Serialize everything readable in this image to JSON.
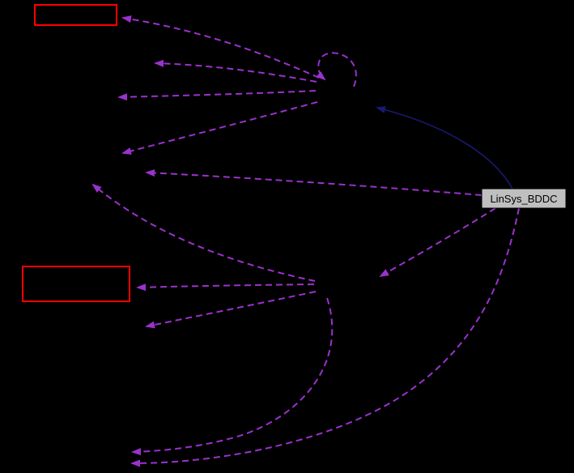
{
  "colors": {
    "background": "#000000",
    "edge_purple": "#9a32cd",
    "edge_blue": "#191970",
    "node_red_border": "#ff0000",
    "node_red_fill": "#000000",
    "focus_fill": "#bfbfbf",
    "focus_border": "#000000",
    "focus_text": "#000000"
  },
  "diagram": {
    "type": "collaboration-graph",
    "focus_node": {
      "label": "LinSys_BDDC"
    },
    "red_nodes": [
      {
        "id": "red-node-1",
        "label": ""
      },
      {
        "id": "red-node-2",
        "label": ""
      }
    ],
    "hidden_nodes": [
      {
        "id": "hidden-top-cluster"
      },
      {
        "id": "hidden-middle-cluster"
      },
      {
        "id": "hidden-left-a"
      },
      {
        "id": "hidden-left-b"
      },
      {
        "id": "hidden-left-c"
      },
      {
        "id": "hidden-left-d"
      },
      {
        "id": "hidden-left-e"
      },
      {
        "id": "hidden-left-f"
      },
      {
        "id": "hidden-bottom-a"
      },
      {
        "id": "hidden-bottom-b"
      }
    ],
    "edges": [
      {
        "from": "hidden-top-cluster",
        "to": "red-node-1",
        "style": "dashed"
      },
      {
        "from": "hidden-top-cluster",
        "to": "hidden-left-a",
        "style": "dashed"
      },
      {
        "from": "hidden-top-cluster",
        "to": "hidden-left-b",
        "style": "dashed"
      },
      {
        "from": "hidden-top-cluster",
        "to": "hidden-left-c",
        "style": "dashed"
      },
      {
        "from": "hidden-top-cluster",
        "to": "hidden-top-cluster",
        "style": "dashed-self-loop"
      },
      {
        "from": "focus",
        "to": "hidden-top-cluster",
        "style": "solid"
      },
      {
        "from": "focus",
        "to": "hidden-left-d",
        "style": "dashed"
      },
      {
        "from": "focus",
        "to": "hidden-middle-cluster",
        "style": "dashed"
      },
      {
        "from": "focus",
        "to": "hidden-bottom-b",
        "style": "dashed"
      },
      {
        "from": "hidden-middle-cluster",
        "to": "hidden-left-e",
        "style": "dashed"
      },
      {
        "from": "hidden-middle-cluster",
        "to": "red-node-2",
        "style": "dashed"
      },
      {
        "from": "hidden-middle-cluster",
        "to": "hidden-left-f",
        "style": "dashed"
      },
      {
        "from": "hidden-middle-cluster",
        "to": "hidden-bottom-a",
        "style": "dashed"
      }
    ]
  }
}
